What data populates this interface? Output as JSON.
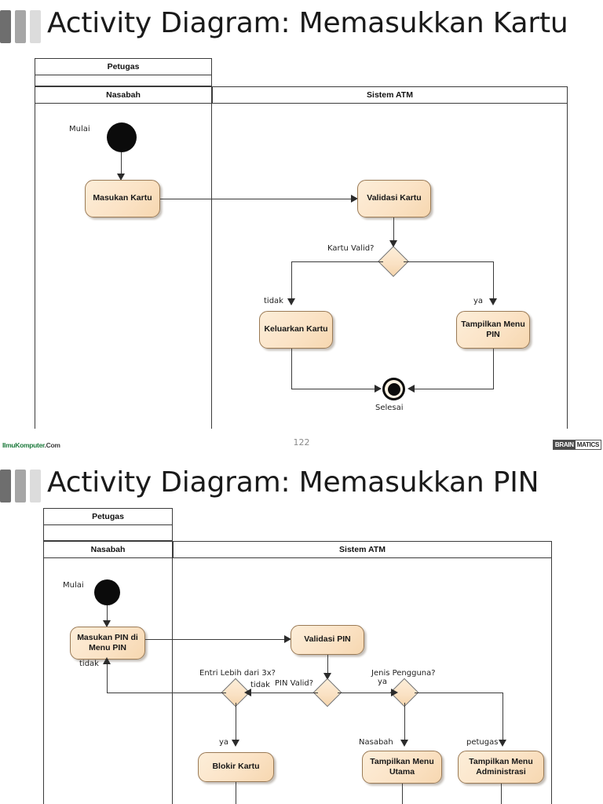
{
  "slides": [
    {
      "title": "Activity Diagram: Memasukkan Kartu",
      "lanes": {
        "petugas": "Petugas",
        "nasabah": "Nasabah",
        "sistem": "Sistem ATM"
      },
      "nodes": {
        "start_label": "Mulai",
        "act_masukan_kartu": "Masukan Kartu",
        "act_validasi_kartu": "Validasi Kartu",
        "dec_kartu_valid": "Kartu Valid?",
        "act_keluarkan_kartu": "Keluarkan Kartu",
        "act_tampilkan_menu_pin": "Tampilkan Menu PIN",
        "end_label": "Selesai"
      },
      "guards": {
        "tidak": "tidak",
        "ya": "ya"
      },
      "footer": {
        "logo_left_brand": "IlmuKomputer",
        "logo_left_suffix": ".Com",
        "page": "122",
        "logo_right_dark": "BRAIN",
        "logo_right_light": "MATICS"
      }
    },
    {
      "title": "Activity Diagram: Memasukkan PIN",
      "lanes": {
        "petugas": "Petugas",
        "nasabah": "Nasabah",
        "sistem": "Sistem ATM"
      },
      "nodes": {
        "start_label": "Mulai",
        "act_masukan_pin": "Masukan PIN di Menu PIN",
        "act_validasi_pin": "Validasi PIN",
        "dec_entri_lebih": "Entri Lebih dari 3x?",
        "dec_pin_valid": "PIN Valid?",
        "dec_jenis_pengguna": "Jenis Pengguna?",
        "act_blokir_kartu": "Blokir Kartu",
        "act_menu_utama": "Tampilkan Menu Utama",
        "act_menu_administrasi": "Tampilkan Menu Administrasi"
      },
      "guards": {
        "tidak_loop": "tidak",
        "tidak": "tidak",
        "ya": "ya",
        "ya_left": "ya",
        "nasabah": "Nasabah",
        "petugas": "petugas"
      }
    }
  ],
  "colors": {
    "activity_fill": "#fbe3c6",
    "activity_border": "#9a7a55",
    "lane_border": "#3b3b3b",
    "node_black": "#0b0b0b",
    "accent_green": "#1d7a3c"
  }
}
